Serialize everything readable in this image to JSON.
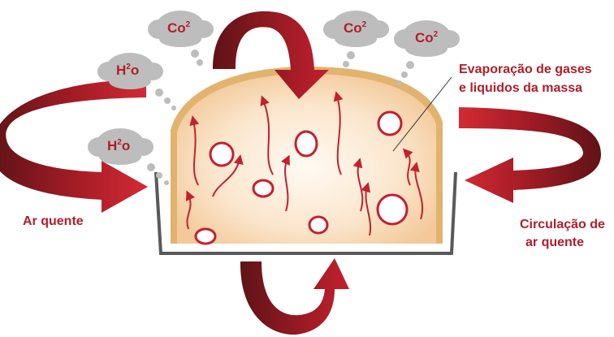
{
  "labels": {
    "evaporation_line1": "Evaporação de gases",
    "evaporation_line2": "e liquidos da massa",
    "hot_air": "Ar quente",
    "circulation_line1": "Circulação de",
    "circulation_line2": "ar quente"
  },
  "clouds": [
    {
      "id": "co2-left",
      "base": "Co",
      "sup": "2"
    },
    {
      "id": "co2-middle",
      "base": "Co",
      "sup": "2"
    },
    {
      "id": "co2-right",
      "base": "Co",
      "sup": "2"
    },
    {
      "id": "h2o-upper",
      "base": "H",
      "sup": "2",
      "tail": "o"
    },
    {
      "id": "h2o-lower",
      "base": "H",
      "sup": "2",
      "tail": "o"
    }
  ],
  "colors": {
    "arrow_red": "#c4202e",
    "arrow_dark": "#5e1317",
    "dough_center": "#fff4e8",
    "dough_edge": "#f3c99a",
    "crust": "#e2b36e",
    "pan": "#58595b",
    "cloud": "#bdbdbd",
    "text": "#b01e2a"
  }
}
